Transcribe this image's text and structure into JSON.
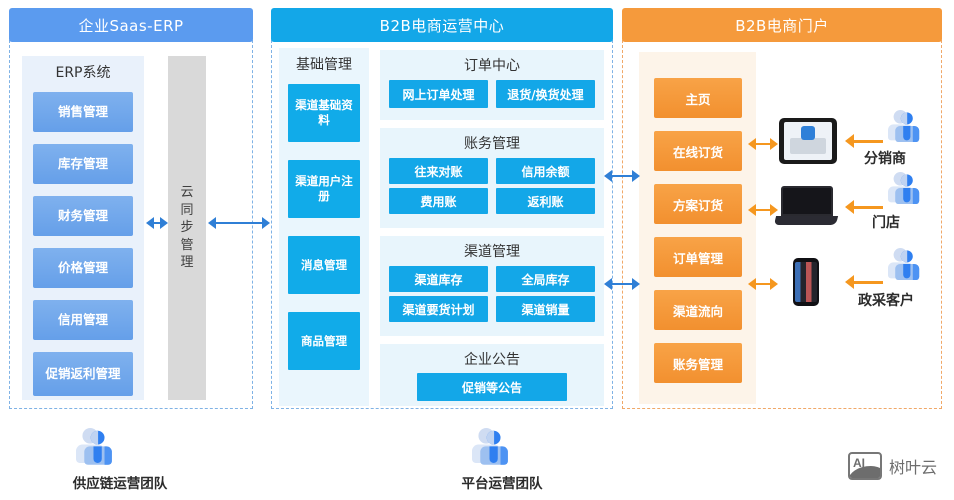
{
  "panels": {
    "left": {
      "header": "企业Saas-ERP",
      "section_title": "ERP系统",
      "items": [
        "销售管理",
        "库存管理",
        "财务管理",
        "价格管理",
        "信用管理",
        "促销返利管理"
      ],
      "cloud_column": "云同步管理",
      "team_label": "供应链运营团队"
    },
    "middle": {
      "header": "B2B电商运营中心",
      "base_title": "基础管理",
      "base_items": [
        "渠道基础资料",
        "渠道用户注册",
        "消息管理",
        "商品管理"
      ],
      "groups": [
        {
          "title": "订单中心",
          "items": [
            "网上订单处理",
            "退货/换货处理"
          ]
        },
        {
          "title": "账务管理",
          "items": [
            "往来对账",
            "信用余额",
            "费用账",
            "返利账"
          ]
        },
        {
          "title": "渠道管理",
          "items": [
            "渠道库存",
            "全局库存",
            "渠道要货计划",
            "渠道销量"
          ]
        },
        {
          "title": "企业公告",
          "items": [
            "促销等公告"
          ]
        }
      ],
      "team_label": "平台运营团队"
    },
    "right": {
      "header": "B2B电商门户",
      "items": [
        "主页",
        "在线订货",
        "方案订货",
        "订单管理",
        "渠道流向",
        "账务管理"
      ]
    }
  },
  "actors": [
    {
      "device": "tablet-icon",
      "label": "分销商"
    },
    {
      "device": "laptop-icon",
      "label": "门店"
    },
    {
      "device": "phone-icon",
      "label": "政采客户"
    }
  ],
  "watermark": {
    "badge": "AI",
    "text": "树叶云"
  },
  "colors": {
    "header_blue_soft": "#5b9bef",
    "header_blue": "#13a7e8",
    "header_orange": "#f59a3c",
    "box_blue_soft": "#6fa8e8",
    "box_cyan": "#13a7e8",
    "box_orange": "#f59a3c",
    "arrow_blue": "#2f7fd6",
    "arrow_orange": "#f5971f",
    "panel_border_blue": "#7fb2e5",
    "panel_border_orange": "#f0a868"
  }
}
